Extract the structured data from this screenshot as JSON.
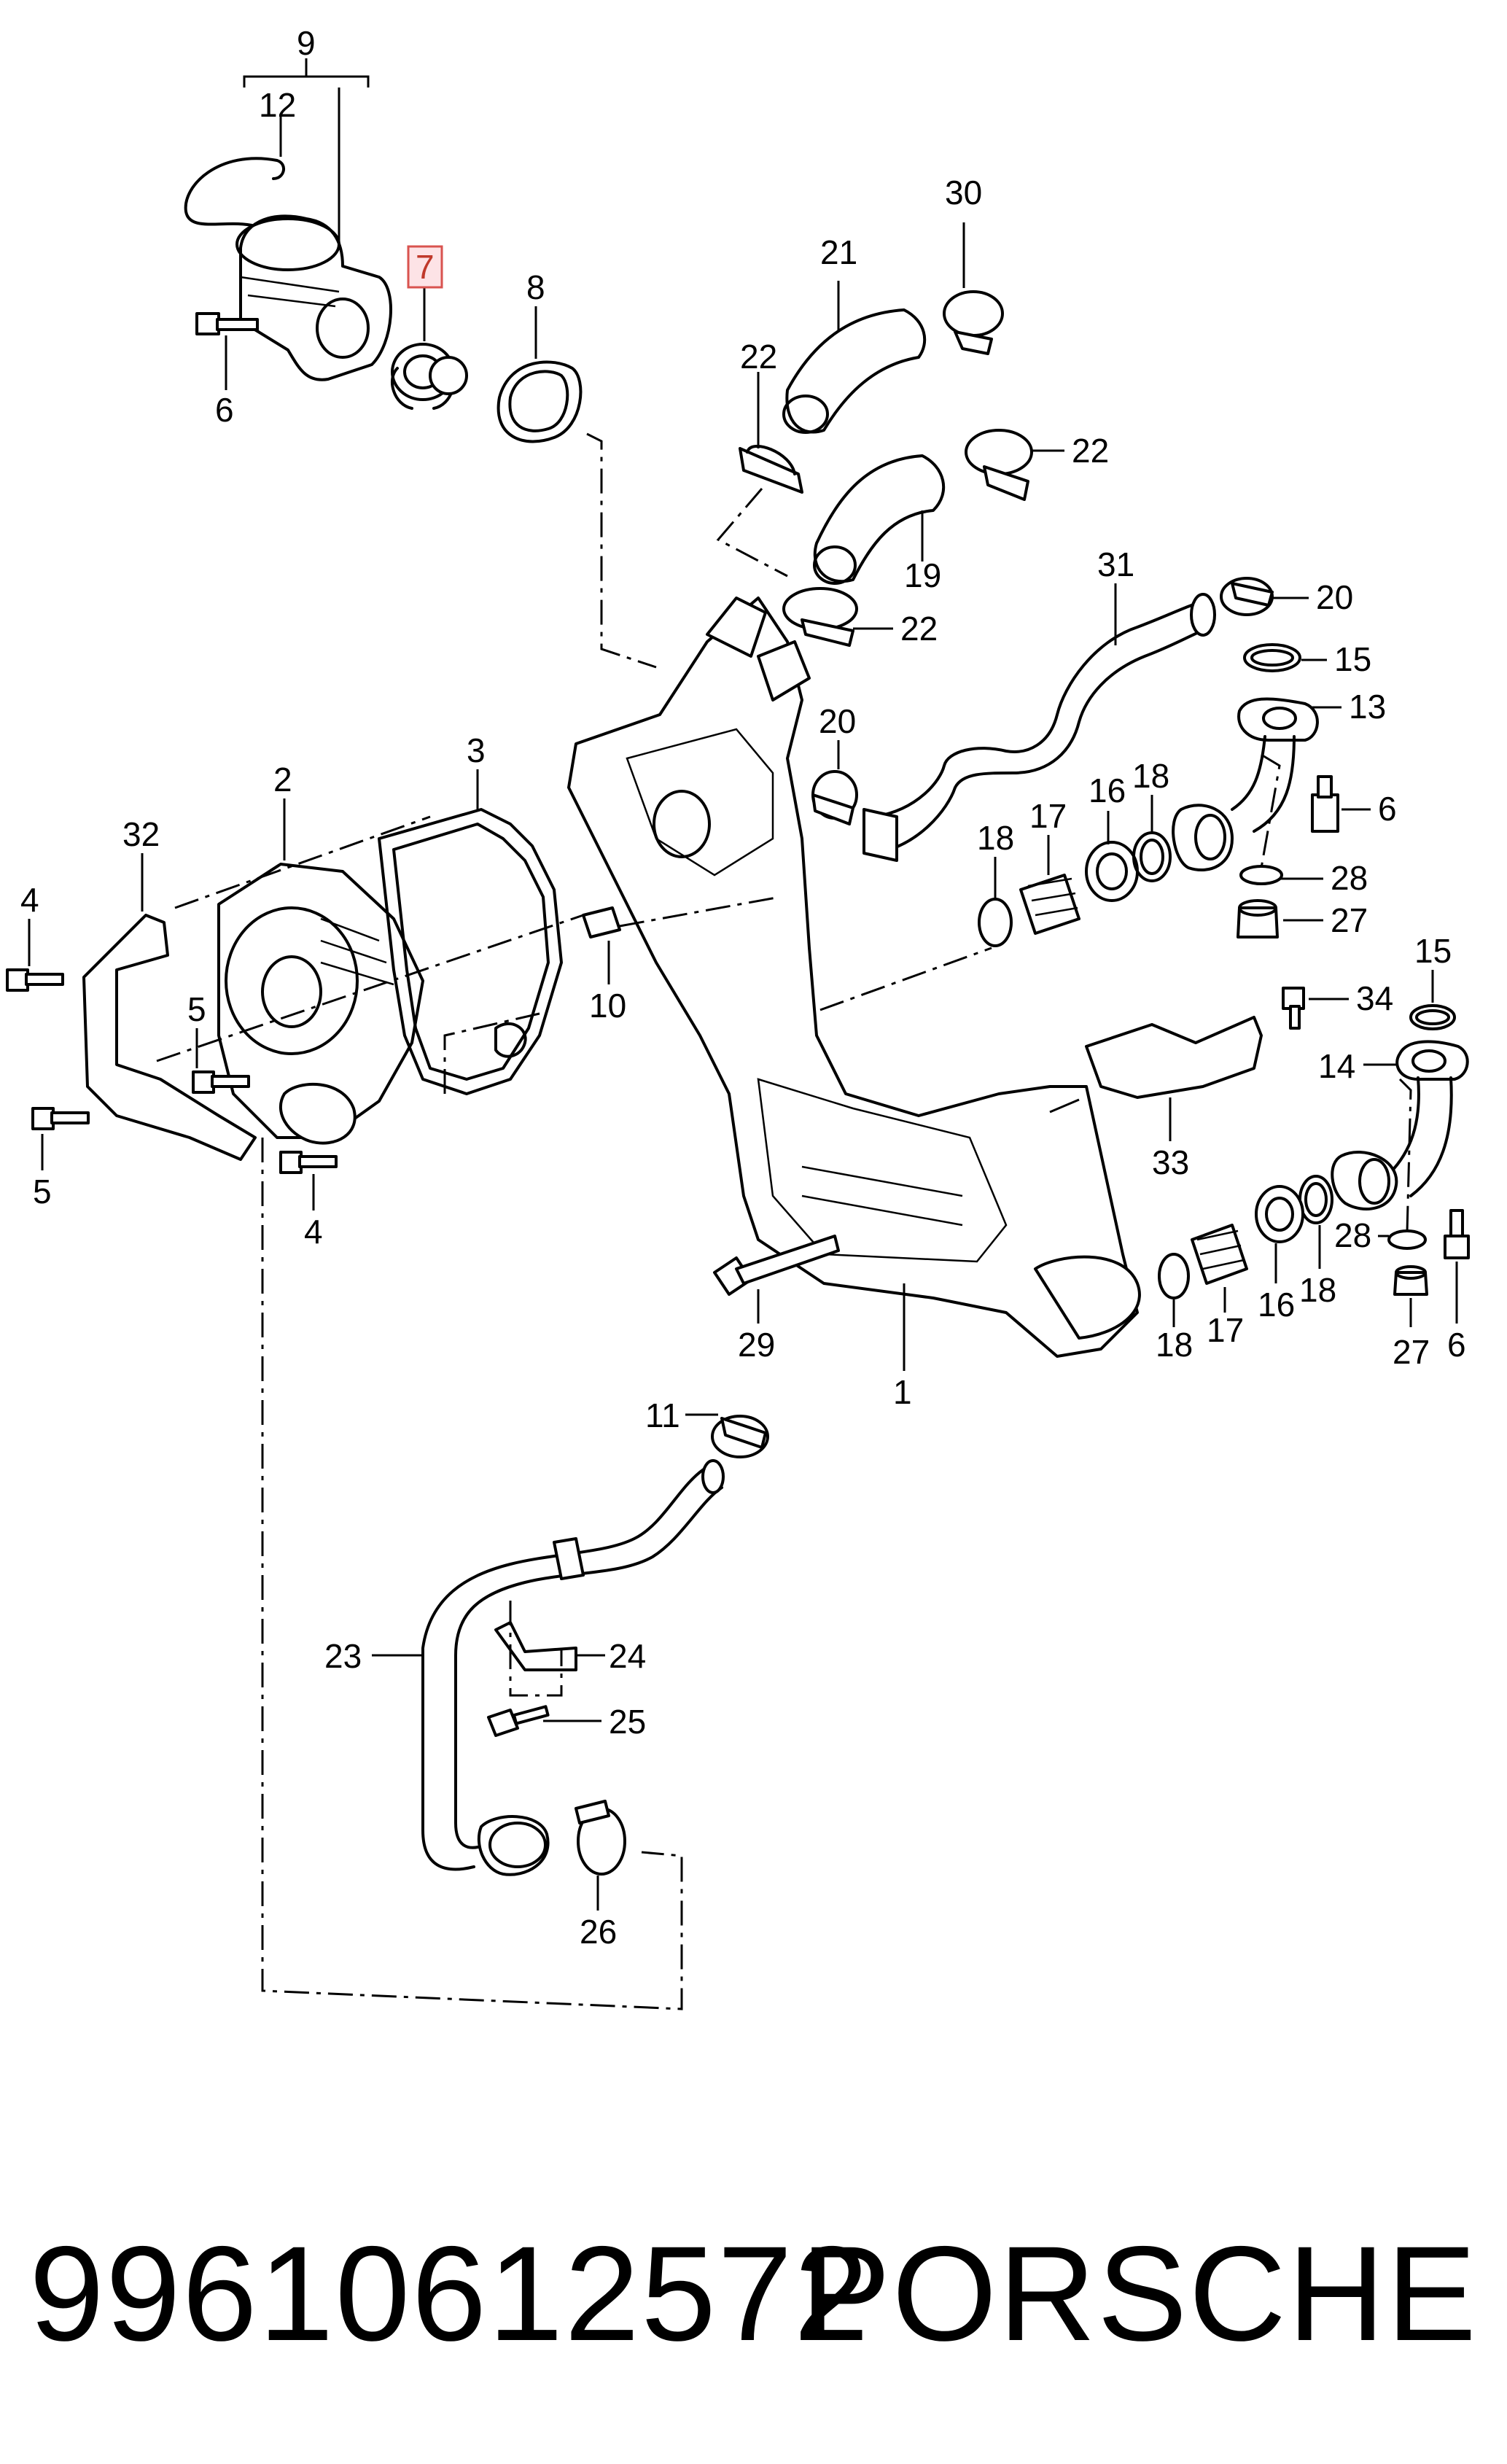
{
  "diagram": {
    "callouts": {
      "c9": "9",
      "c12": "12",
      "c7": "7",
      "c8": "8",
      "c6a": "6",
      "c30": "30",
      "c21": "21",
      "c22a": "22",
      "c22b": "22",
      "c22c": "22",
      "c19": "19",
      "c31": "31",
      "c20a": "20",
      "c15a": "15",
      "c13": "13",
      "c20b": "20",
      "c6b": "6",
      "c18a": "18",
      "c17a": "17",
      "c16a": "16",
      "c18b": "18",
      "c28a": "28",
      "c27a": "27",
      "c2": "2",
      "c3": "3",
      "c32": "32",
      "c4a": "4",
      "c5a": "5",
      "c10": "10",
      "c34": "34",
      "c15b": "15",
      "c14": "14",
      "c5b": "5",
      "c4b": "4",
      "c33": "33",
      "c28b": "28",
      "c18c": "18",
      "c17b": "17",
      "c16b": "16",
      "c18d": "18",
      "c27b": "27",
      "c6c": "6",
      "c29": "29",
      "c1": "1",
      "c11": "11",
      "c23": "23",
      "c24": "24",
      "c25": "25",
      "c26": "26"
    },
    "highlighted_part": "7"
  },
  "footer": {
    "part_number": "99610612572",
    "brand": "PORSCHE"
  },
  "colors": {
    "line": "#000000",
    "highlight_fill": "#fde3e6",
    "highlight_stroke": "#d9534f"
  }
}
